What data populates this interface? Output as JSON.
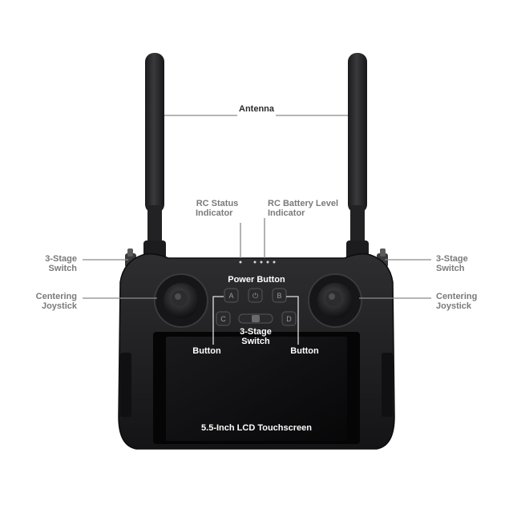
{
  "labels": {
    "antenna": "Antenna",
    "rc_status": [
      "RC Status",
      "Indicator"
    ],
    "rc_battery": [
      "RC Battery Level",
      "Indicator"
    ],
    "switch_left": [
      "3-Stage",
      "Switch"
    ],
    "switch_right": [
      "3-Stage",
      "Switch"
    ],
    "joystick_left": [
      "Centering",
      "Joystick"
    ],
    "joystick_right": [
      "Centering",
      "Joystick"
    ],
    "power_button": "Power Button",
    "switch_center": [
      "3-Stage",
      "Switch"
    ],
    "button_left": "Button",
    "button_right": "Button",
    "screen": "5.5-Inch LCD Touchscreen"
  },
  "keys": {
    "a": "A",
    "power": "⏻",
    "b": "B",
    "c": "C",
    "d": "D"
  },
  "colors": {
    "body": "#1c1c1e",
    "body_edge": "#2b2b2e",
    "screen": "#0d0d0f",
    "antenna": "#2a2a2c",
    "leader": "#8a8a8a",
    "label_gray": "#7a7a7a",
    "label_dark": "#2a2a2a"
  }
}
